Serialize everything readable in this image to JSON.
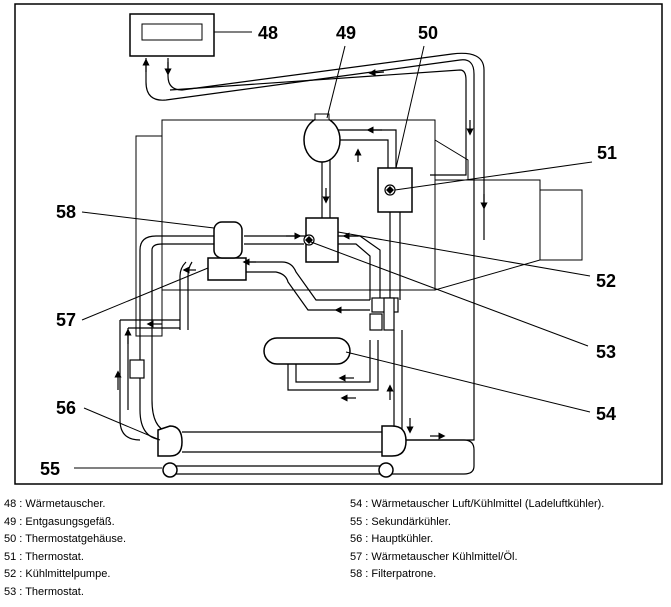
{
  "callouts": {
    "c48": "48",
    "c49": "49",
    "c50": "50",
    "c51": "51",
    "c52": "52",
    "c53": "53",
    "c54": "54",
    "c55": "55",
    "c56": "56",
    "c57": "57",
    "c58": "58"
  },
  "legend": {
    "left": [
      "48 : Wärmetauscher.",
      "49 : Entgasungsgefäß.",
      "50 : Thermostatgehäuse.",
      "51 : Thermostat.",
      "52 : Kühlmittelpumpe.",
      "53 : Thermostat."
    ],
    "right": [
      "54 : Wärmetauscher Luft/Kühlmittel (Ladeluftkühler).",
      "55 : Sekundärkühler.",
      "56 : Hauptkühler.",
      "57 : Wärmetauscher Kühlmittel/Öl.",
      "58 : Filterpatrone."
    ]
  }
}
